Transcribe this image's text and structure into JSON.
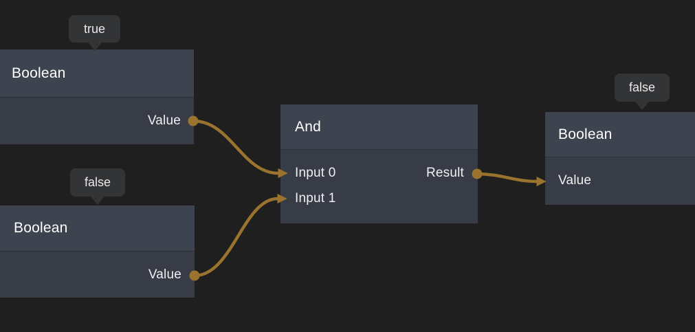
{
  "colors": {
    "background": "#1f1f1f",
    "node_header": "#3e4350",
    "node_body": "#383c47",
    "badge_bg": "#333436",
    "badge_text": "#e8e9ea",
    "title_text": "#ffffff",
    "port_text": "#eff0f2",
    "wire": "#9a742f"
  },
  "nodes": [
    {
      "id": "boolean-1",
      "title": "Boolean",
      "badge": "true",
      "outputs": [
        {
          "label": "Value"
        }
      ]
    },
    {
      "id": "boolean-2",
      "title": "Boolean",
      "badge": "false",
      "outputs": [
        {
          "label": "Value"
        }
      ]
    },
    {
      "id": "and-1",
      "title": "And",
      "inputs": [
        {
          "label": "Input 0"
        },
        {
          "label": "Input 1"
        }
      ],
      "outputs": [
        {
          "label": "Result"
        }
      ]
    },
    {
      "id": "boolean-3",
      "title": "Boolean",
      "badge": "false",
      "inputs": [
        {
          "label": "Value"
        }
      ]
    }
  ],
  "connections": [
    {
      "from": "boolean-1.Value",
      "to": "and-1.Input 0"
    },
    {
      "from": "boolean-2.Value",
      "to": "and-1.Input 1"
    },
    {
      "from": "and-1.Result",
      "to": "boolean-3.Value"
    }
  ]
}
